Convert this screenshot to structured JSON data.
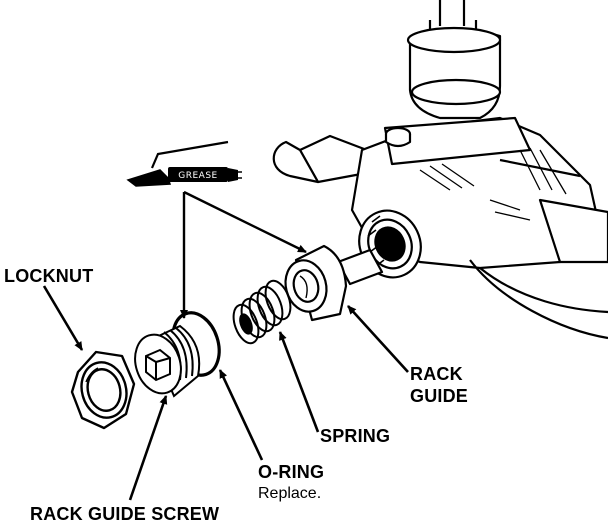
{
  "labels": {
    "locknut": "LOCKNUT",
    "rack_guide_line1": "RACK",
    "rack_guide_line2": "GUIDE",
    "spring": "SPRING",
    "o_ring": "O-RING",
    "o_ring_note": "Replace.",
    "rack_guide_screw": "RACK GUIDE SCREW"
  },
  "grease_tube": {
    "text": "GREASE"
  }
}
